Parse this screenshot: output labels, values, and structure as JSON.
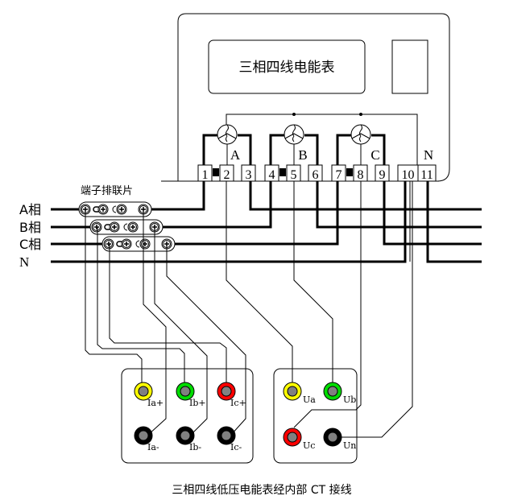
{
  "meter": {
    "title": "三相四线电能表",
    "phase_labels": [
      "A",
      "B",
      "C",
      "N"
    ],
    "terminals": [
      "1",
      "2",
      "3",
      "4",
      "5",
      "6",
      "7",
      "8",
      "9",
      "10",
      "11"
    ]
  },
  "terminal_strip": {
    "label": "端子排联片"
  },
  "lines": [
    "A相",
    "B相",
    "C相",
    "N"
  ],
  "current_jacks": [
    {
      "label": "Ia+",
      "color": "#ffff00"
    },
    {
      "label": "Ib+",
      "color": "#00dd00"
    },
    {
      "label": "Ic+",
      "color": "#ff0000"
    },
    {
      "label": "Ia-",
      "color": "#000000"
    },
    {
      "label": "Ib-",
      "color": "#000000"
    },
    {
      "label": "Ic-",
      "color": "#000000"
    }
  ],
  "voltage_jacks": [
    {
      "label": "Ua",
      "color": "#ffff00"
    },
    {
      "label": "Ub",
      "color": "#00dd00"
    },
    {
      "label": "Uc",
      "color": "#ff0000"
    },
    {
      "label": "Un",
      "color": "#000000"
    }
  ],
  "caption": "三相四线低压电能表经内部 CT 接线"
}
